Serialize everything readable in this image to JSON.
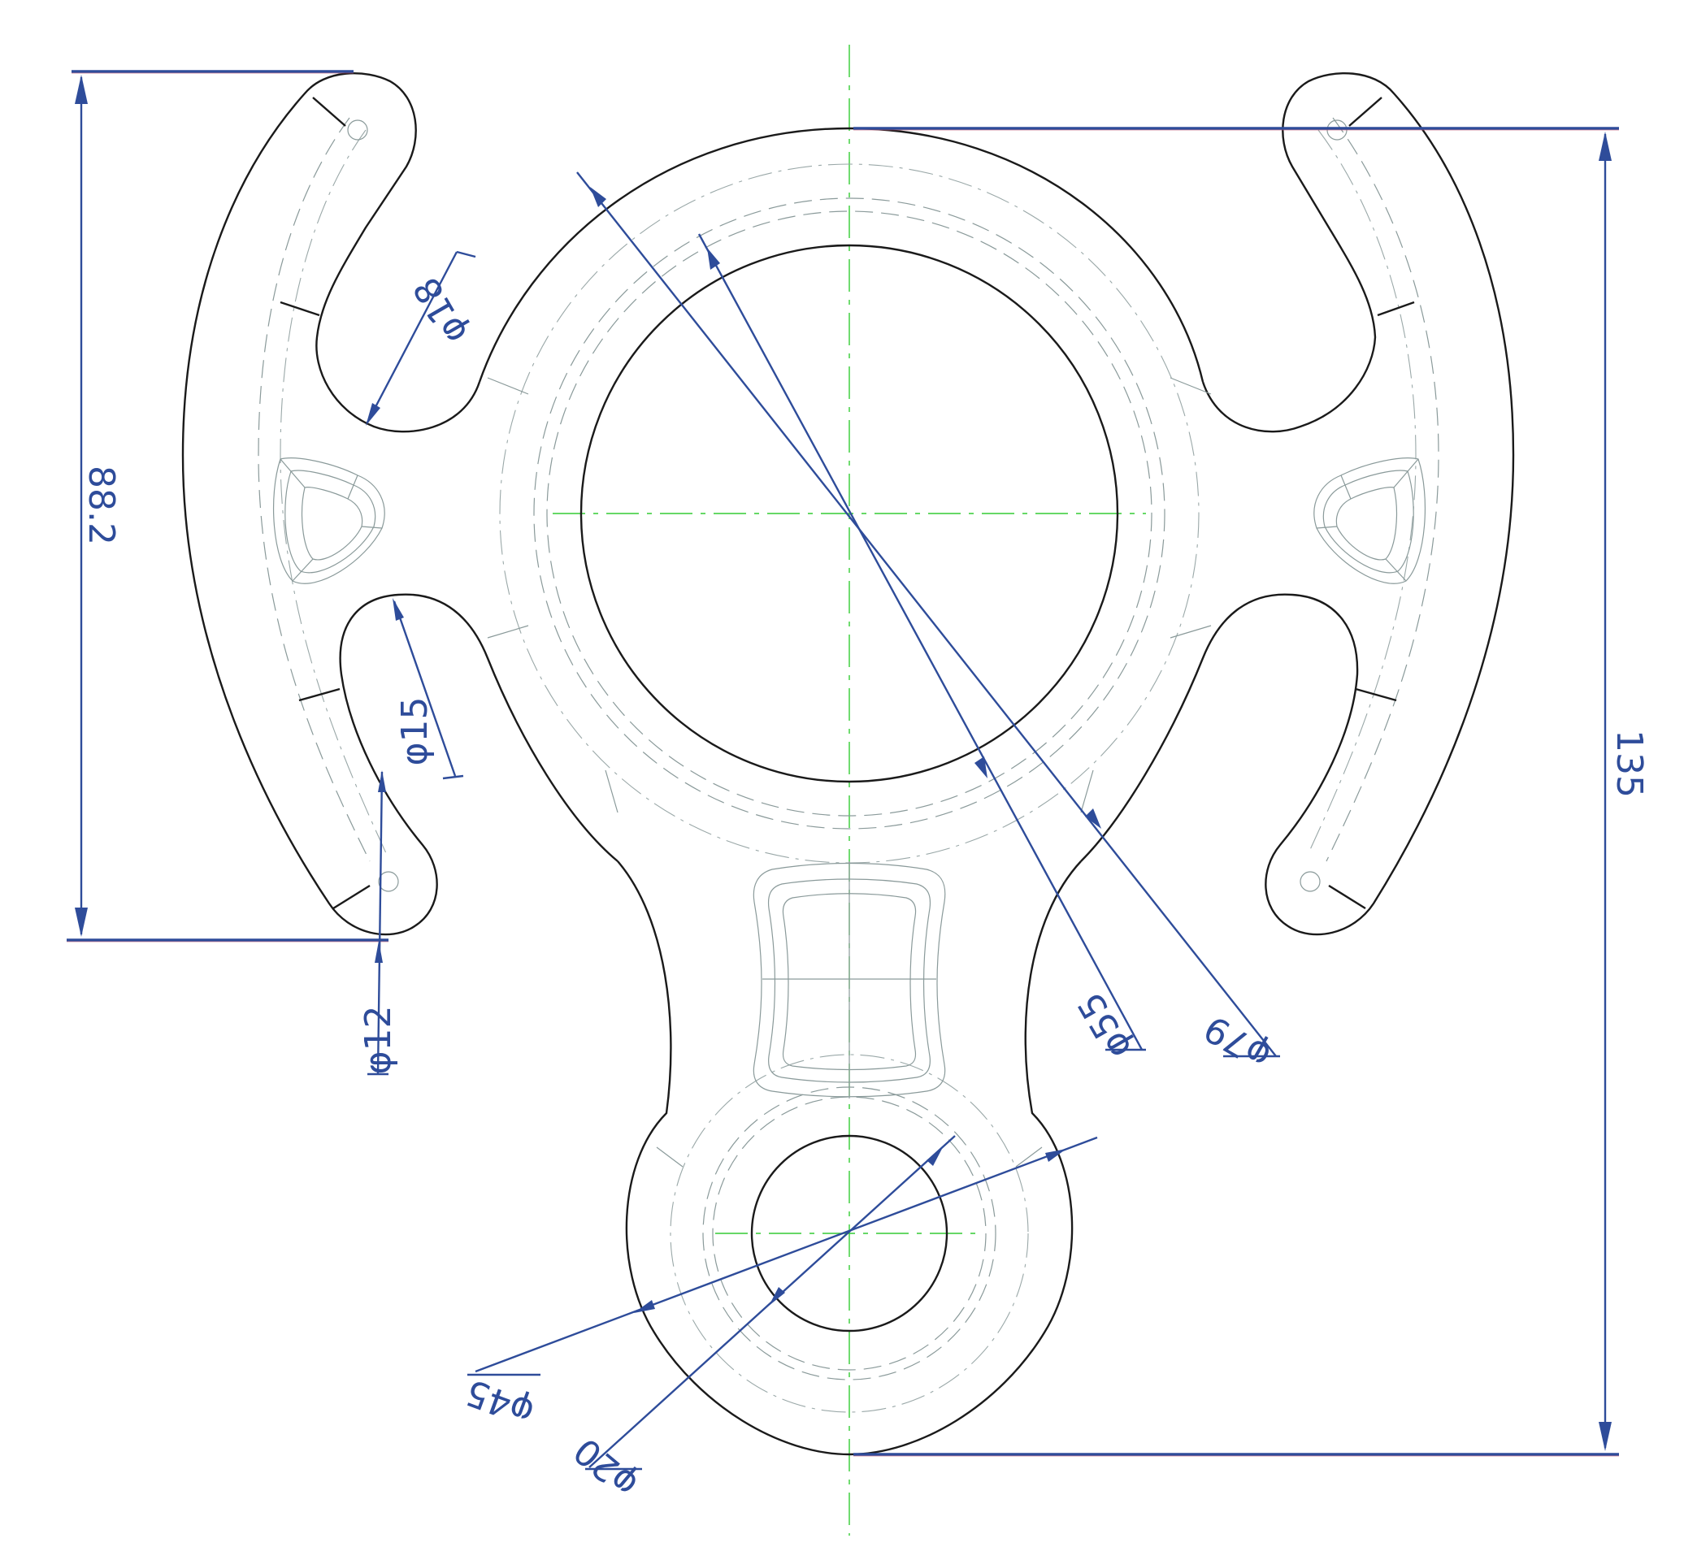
{
  "drawing": {
    "dimensions": {
      "overall_height": "135",
      "arm_height": "88.2",
      "big_hole_dia": "φ55",
      "outer_ring_dia": "φ79",
      "small_hole_dia": "φ20",
      "small_ring_dia": "φ45",
      "upper_slot_dia": "φ18",
      "lower_slot_dia": "φ15",
      "slot_tip_dia": "φ12"
    },
    "colors": {
      "outline": "#1a1a1a",
      "dimension": "#2e4c9a",
      "centerline": "#33cc33",
      "construction": "#8a9a9a"
    }
  }
}
